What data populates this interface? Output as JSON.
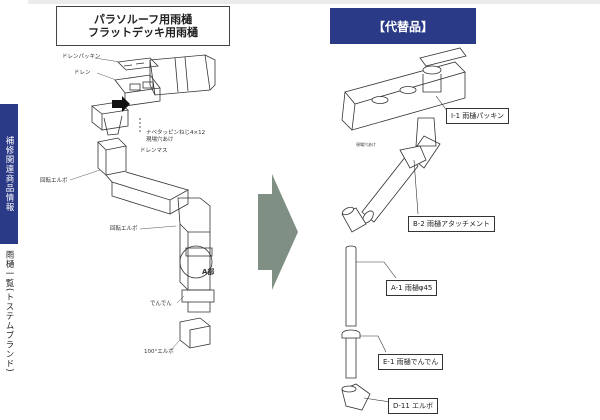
{
  "left": {
    "title_line1": "パラソルーフ用雨樋",
    "title_line2": "フラットデッキ用雨樋",
    "labels": {
      "drain_packing": "ドレンパッキン",
      "drain": "ドレン",
      "screw": "ナベタッピンねじ4×12",
      "screw_note": "現場穴あけ",
      "drain_socket": "ドレンマス",
      "rotary_elbow_1": "回転エルボ",
      "rotary_elbow_2": "回転エルボ",
      "part_a": "A部",
      "denden": "でんでん",
      "elbow_100": "100°エルボ"
    }
  },
  "right": {
    "title": "【代替品】",
    "labels": {
      "gutter_packing": "I-1 雨樋パッキン",
      "gutter_attachment": "B-2 雨樋アタッチメント",
      "gutter_pipe": "A-1 雨樋φ45",
      "gutter_denden": "E-1 雨樋でんでん",
      "elbow": "D-11 エルボ",
      "small_note": "現場穴あけ"
    }
  },
  "side": {
    "tab_label": "補修関連商品情報",
    "sub_label": "雨樋一覧(トステムブランド)"
  },
  "colors": {
    "navy": "#2b3a86",
    "arrow": "#7f8f84"
  }
}
